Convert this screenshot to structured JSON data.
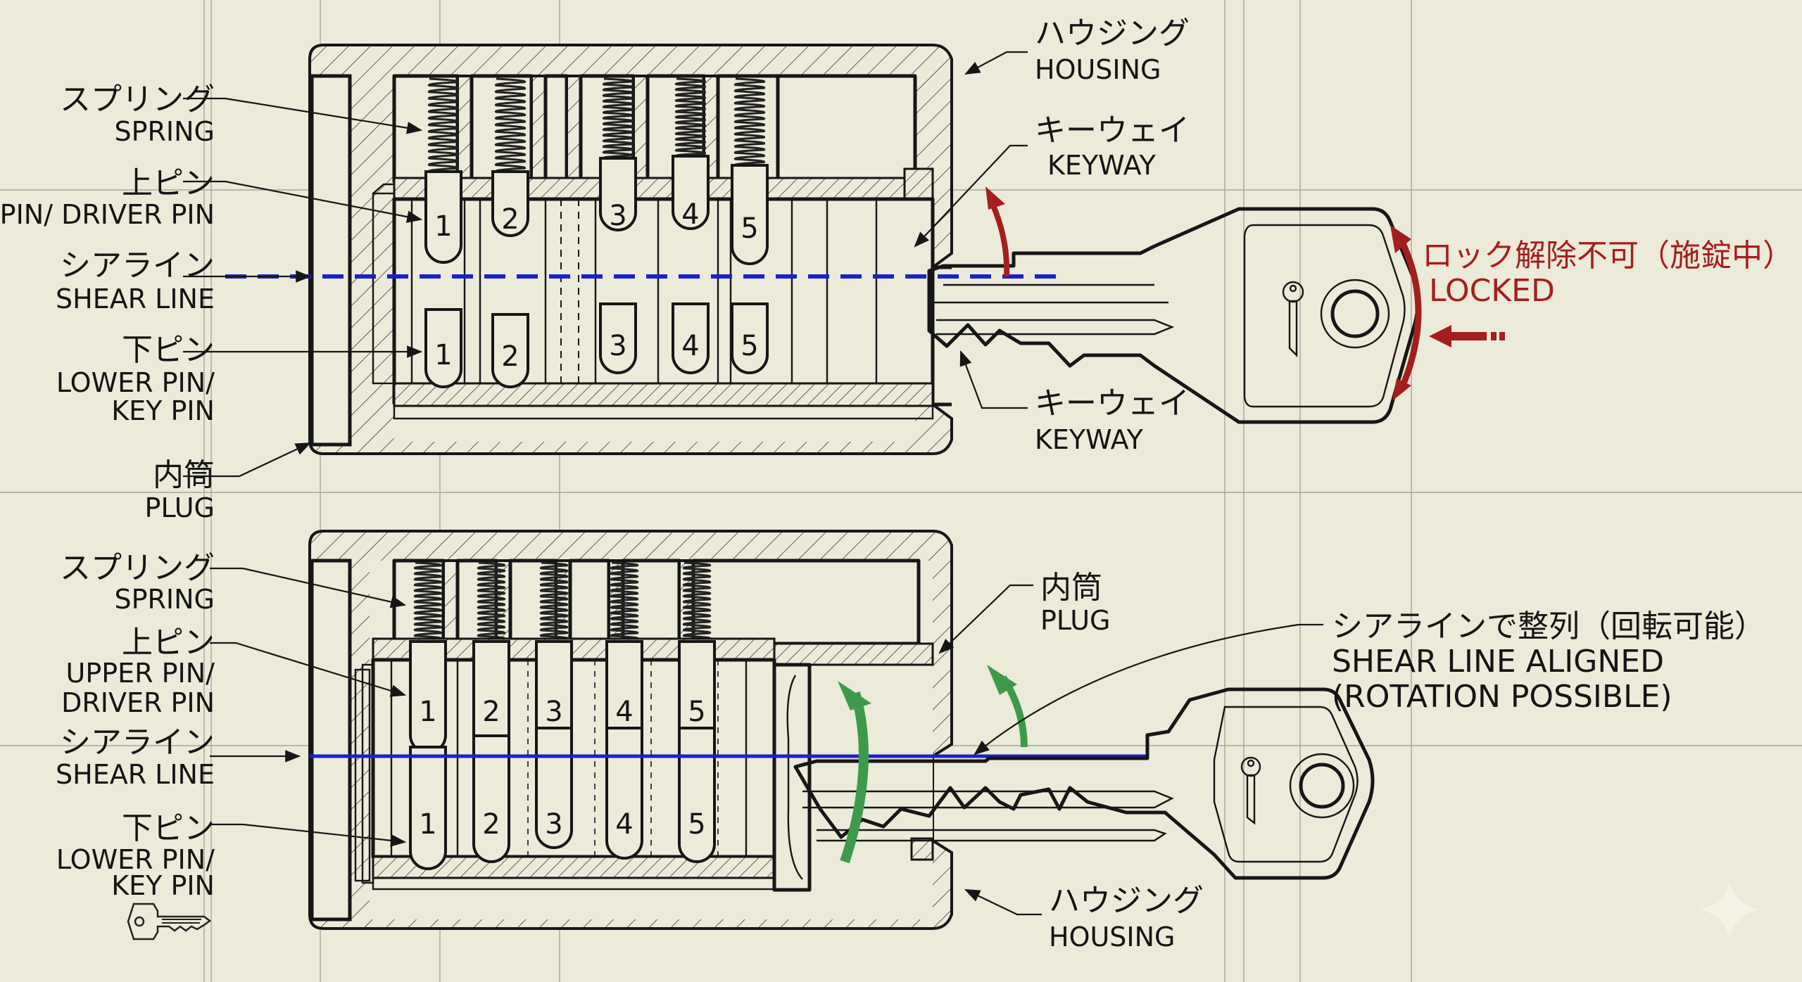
{
  "colors": {
    "background": "#ecead9",
    "ink": "#161616",
    "shear_line": "#1a22c8",
    "locked_red": "#a51e1e",
    "rotate_green": "#3e9a4a"
  },
  "top_diagram": {
    "state": "locked",
    "labels": {
      "spring": {
        "jp": "スプリング",
        "en": "SPRING"
      },
      "driver_pin": {
        "jp": "上ピン",
        "en": "PIN/ DRIVER PIN"
      },
      "shear_line": {
        "jp": "シアライン",
        "en": "SHEAR LINE"
      },
      "key_pin": {
        "jp": "下ピン",
        "en1": "LOWER PIN/",
        "en2": "KEY PIN"
      },
      "plug": {
        "jp": "内筒",
        "en": "PLUG"
      },
      "housing": {
        "jp": "ハウジング",
        "en": "HOUSING"
      },
      "keyway_top": {
        "jp": "キーウェイ",
        "en": "KEYWAY"
      },
      "keyway_bottom": {
        "jp": "キーウェイ",
        "en": "KEYWAY"
      }
    },
    "status": {
      "jp": "ロック解除不可（施錠中）",
      "en": "LOCKED"
    },
    "upper_pins": [
      "1",
      "2",
      "3",
      "4",
      "5"
    ],
    "lower_pins": [
      "1",
      "2",
      "3",
      "4",
      "5"
    ]
  },
  "bottom_diagram": {
    "state": "unlocked",
    "labels": {
      "spring": {
        "jp": "スプリング",
        "en": "SPRING"
      },
      "driver_pin": {
        "jp": "上ピン",
        "en1": "UPPER PIN/",
        "en2": "DRIVER PIN"
      },
      "shear_line": {
        "jp": "シアライン",
        "en": "SHEAR LINE"
      },
      "key_pin": {
        "jp": "下ピン",
        "en1": "LOWER PIN/",
        "en2": "KEY PIN"
      },
      "plug": {
        "jp": "内筒",
        "en": "PLUG"
      },
      "housing": {
        "jp": "ハウジング",
        "en": "HOUSING"
      }
    },
    "status": {
      "jp": "シアラインで整列（回転可能）",
      "en1": "SHEAR LINE ALIGNED",
      "en2": "(ROTATION POSSIBLE)"
    },
    "upper_pins": [
      "1",
      "2",
      "3",
      "4",
      "5"
    ],
    "lower_pins": [
      "1",
      "2",
      "3",
      "4",
      "5"
    ]
  },
  "icons": {
    "small_key": "key-icon",
    "watermark": "sparkle-icon"
  }
}
